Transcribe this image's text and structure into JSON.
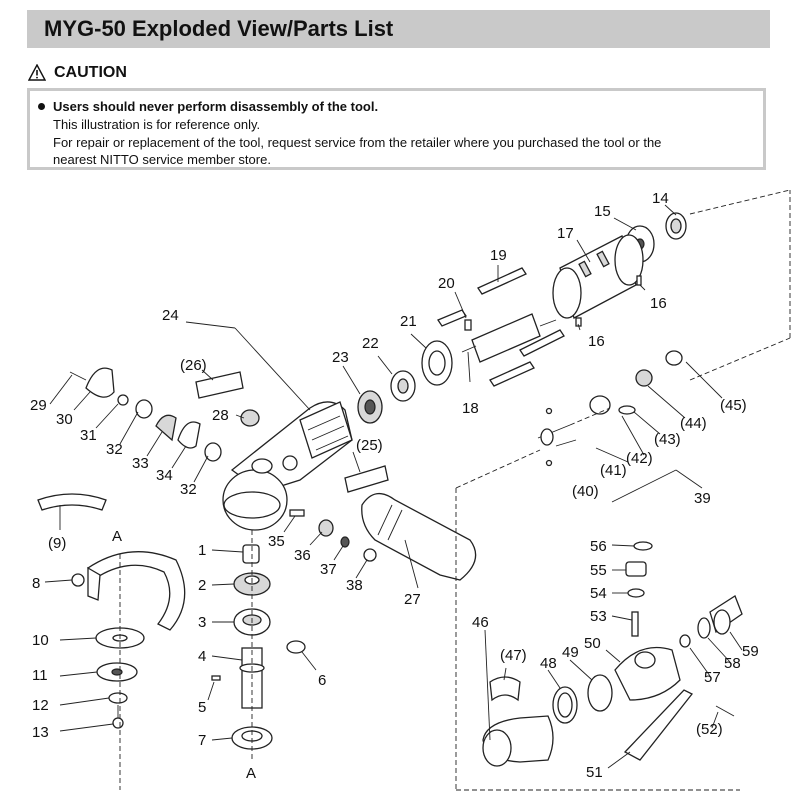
{
  "header": {
    "title": "MYG-50 Exploded View/Parts List"
  },
  "caution": {
    "heading": "CAUTION",
    "line1": "Users should never perform disassembly of the tool.",
    "line2": "This illustration is for reference only.",
    "line3": "For repair or replacement of the tool, request service from the retailer where you purchased the tool or the",
    "line4": "nearest NITTO service member store."
  },
  "labels": {
    "p1": "1",
    "p2": "2",
    "p3": "3",
    "p4": "4",
    "p5": "5",
    "p6": "6",
    "p7": "7",
    "p8": "8",
    "p9": "(9)",
    "p10": "10",
    "p11": "11",
    "p12": "12",
    "p13": "13",
    "p14": "14",
    "p15": "15",
    "p16a": "16",
    "p16b": "16",
    "p17": "17",
    "p18": "18",
    "p19": "19",
    "p20": "20",
    "p21": "21",
    "p22": "22",
    "p23": "23",
    "p24": "24",
    "p25": "(25)",
    "p26": "(26)",
    "p27": "27",
    "p28": "28",
    "p29": "29",
    "p30": "30",
    "p31": "31",
    "p32a": "32",
    "p32b": "32",
    "p33": "33",
    "p34": "34",
    "p35": "35",
    "p36": "36",
    "p37": "37",
    "p38": "38",
    "p39": "39",
    "p40": "(40)",
    "p41": "(41)",
    "p42": "(42)",
    "p43": "(43)",
    "p44": "(44)",
    "p45": "(45)",
    "p46": "46",
    "p47": "(47)",
    "p48": "48",
    "p49": "49",
    "p50": "50",
    "p51": "51",
    "p52": "(52)",
    "p53": "53",
    "p54": "54",
    "p55": "55",
    "p56": "56",
    "p57": "57",
    "p58": "58",
    "p59": "59",
    "secA1": "A",
    "secA2": "A"
  }
}
